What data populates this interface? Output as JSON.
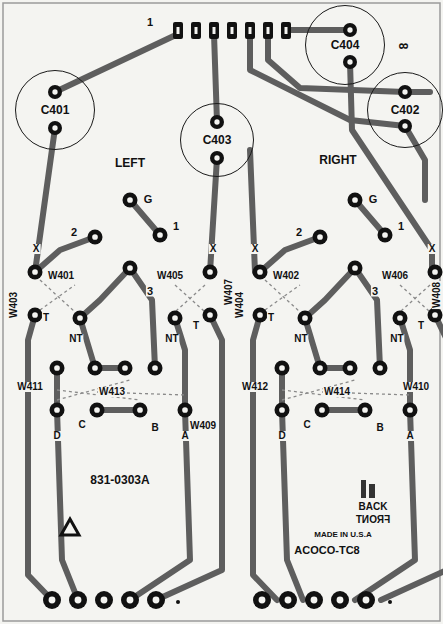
{
  "diagram": {
    "nodes": [
      {
        "text": [
          "C404"
        ]
      },
      {
        "text": [
          "C401"
        ]
      },
      {
        "text": [
          "C402"
        ]
      },
      {
        "text": [
          "C403"
        ]
      }
    ],
    "labels": [
      "1",
      "8",
      "LEFT",
      "RIGHT",
      "G",
      "1",
      "2",
      "3",
      "X",
      "W401",
      "W405",
      "X",
      "W403",
      "T",
      "NT",
      "NT",
      "W407",
      "T",
      "W411",
      "D",
      "C",
      "W413",
      "B",
      "W409",
      "A",
      "831-0303A",
      "G",
      "1",
      "2",
      "3",
      "X",
      "W402",
      "W406",
      "X",
      "W404",
      "T",
      "NT",
      "NT",
      "W408",
      "T",
      "W412",
      "W410",
      "D",
      "C",
      "W414",
      "B",
      "A",
      "BACK",
      "FRONT",
      "MADE IN U.S.A",
      "ACOCO-TC8"
    ]
  }
}
